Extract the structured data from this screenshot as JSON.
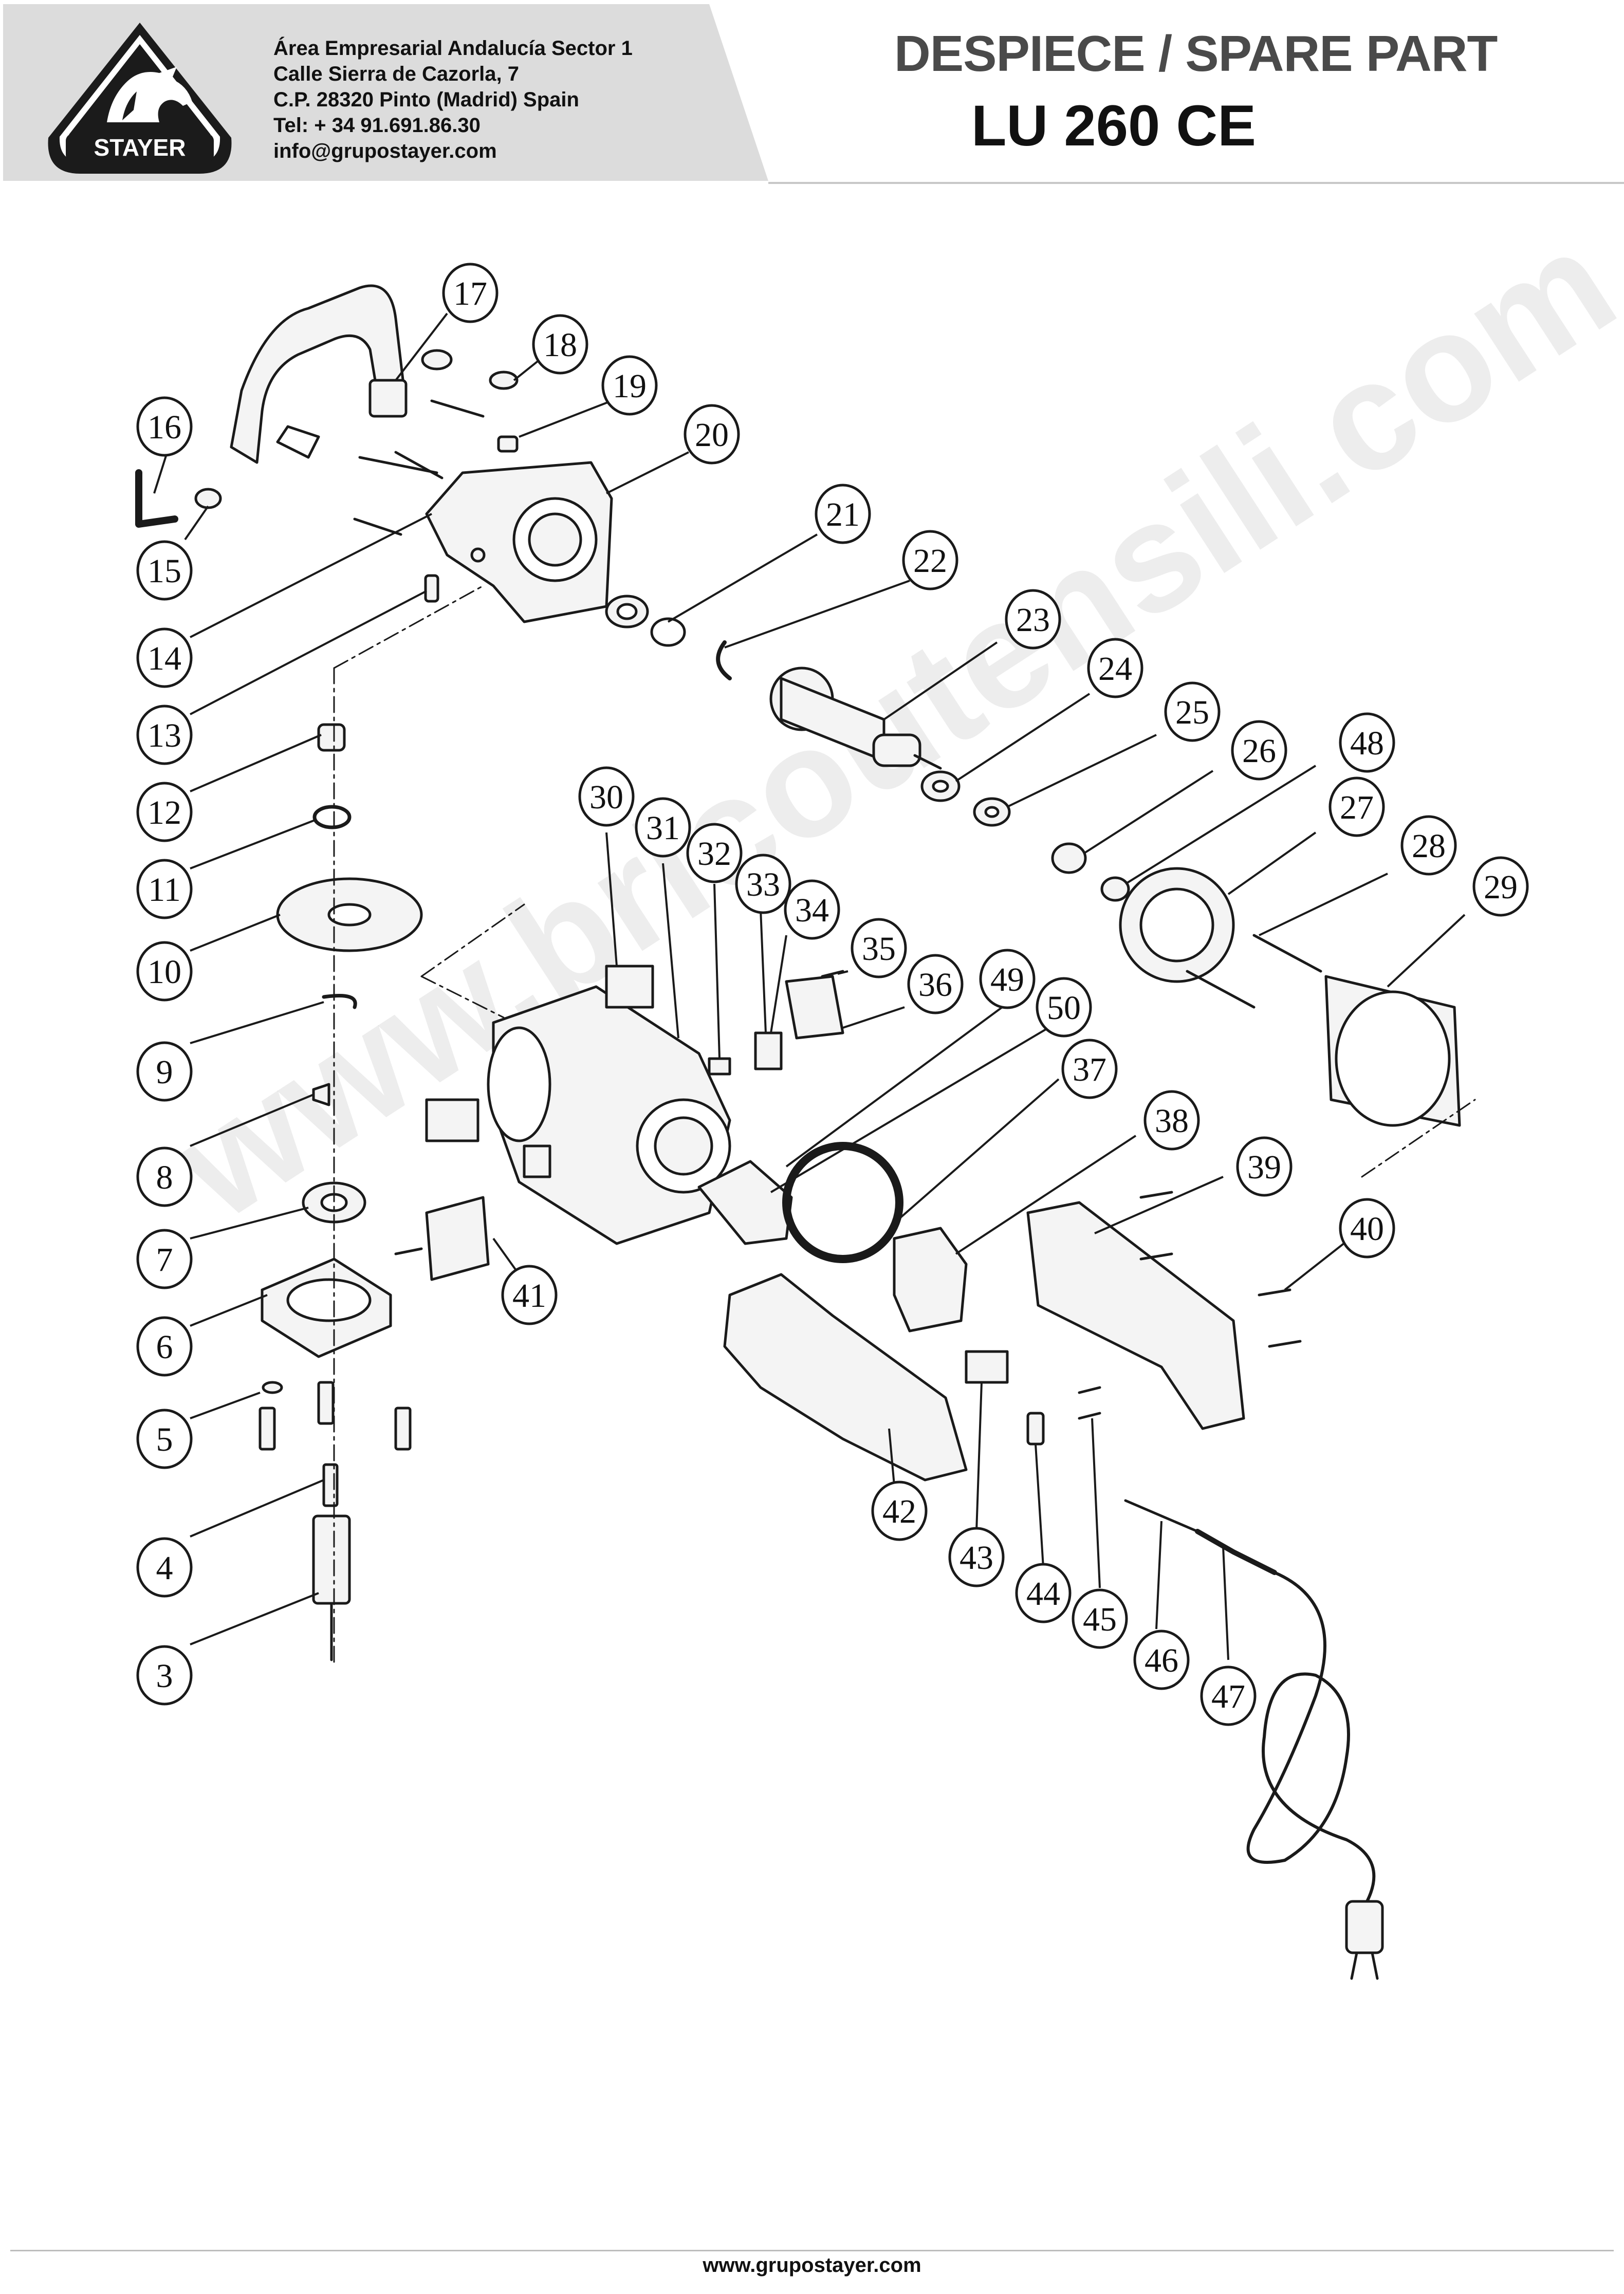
{
  "company": {
    "logo_text": "STAYER",
    "address_lines": [
      "Área Empresarial Andalucía Sector 1",
      "Calle Sierra de Cazorla, 7",
      "C.P. 28320  Pinto (Madrid)  Spain",
      "Tel: + 34 91.691.86.30",
      "info@grupostayer.com"
    ]
  },
  "document": {
    "title": "DESPIECE / SPARE PART",
    "model": "LU 260 CE"
  },
  "watermark": "www.bricoutensili.com",
  "footer": {
    "website": "www.grupostayer.com"
  },
  "callouts": [
    "3",
    "4",
    "5",
    "6",
    "7",
    "8",
    "9",
    "10",
    "11",
    "12",
    "13",
    "14",
    "15",
    "16",
    "17",
    "18",
    "19",
    "20",
    "21",
    "22",
    "23",
    "24",
    "25",
    "26",
    "27",
    "28",
    "29",
    "30",
    "31",
    "32",
    "33",
    "34",
    "35",
    "36",
    "37",
    "38",
    "39",
    "40",
    "41",
    "42",
    "43",
    "44",
    "45",
    "46",
    "47",
    "48",
    "49",
    "50"
  ],
  "colors": {
    "header_band": "#dcdcdc",
    "ink": "#1a1a1a",
    "part_fill": "#f4f4f4"
  }
}
